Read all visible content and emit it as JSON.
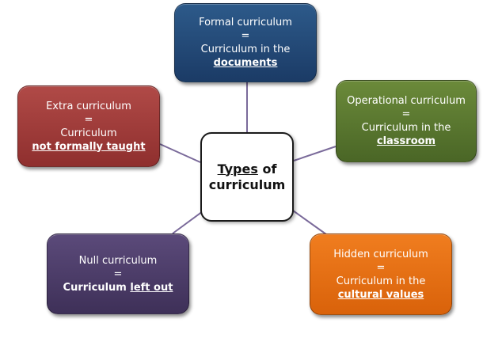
{
  "center": {
    "part1": "Types",
    "part2": " of",
    "part3": "curriculum"
  },
  "colors": {
    "formal": "#1b3b66",
    "operational": "#4a6626",
    "extra": "#8f2f2e",
    "null": "#3e3058",
    "hidden": "#d9620a",
    "connector": "#7a6a9a"
  },
  "nodes": {
    "formal": {
      "title": "Formal curriculum",
      "eq": "=",
      "line1": "Curriculum in the",
      "line2": "documents"
    },
    "operational": {
      "title": "Operational curriculum",
      "eq": "=",
      "line1": "Curriculum in the",
      "line2": "classroom"
    },
    "extra": {
      "title": "Extra curriculum",
      "eq": "=",
      "line1": "Curriculum",
      "line2": "not formally taught"
    },
    "null": {
      "title": "Null curriculum",
      "eq": "=",
      "line1a": "Curriculum ",
      "line1b": "left out"
    },
    "hidden": {
      "title": "Hidden curriculum",
      "eq": "=",
      "line1": "Curriculum in the",
      "line2": "cultural values"
    }
  }
}
